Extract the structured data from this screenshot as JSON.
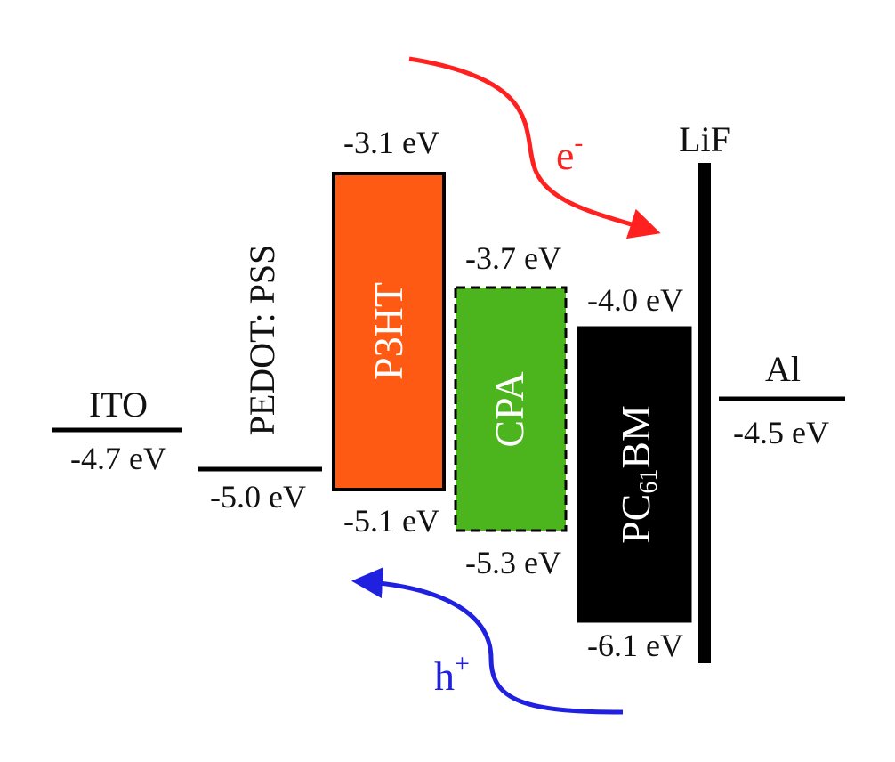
{
  "layers": {
    "ito": {
      "name": "ITO",
      "level": "-4.7 eV"
    },
    "pedot": {
      "name": "PEDOT: PSS",
      "level": "-5.0 eV"
    },
    "p3ht": {
      "name": "P3HT",
      "lumo": "-3.1 eV",
      "homo": "-5.1 eV"
    },
    "cpa": {
      "name": "CPA",
      "lumo": "-3.7 eV",
      "homo": "-5.3 eV"
    },
    "pcbm": {
      "name_main": "PC",
      "name_sub": "61",
      "name_tail": "BM",
      "lumo": "-4.0 eV",
      "homo": "-6.1 eV"
    },
    "lif": {
      "name": "LiF"
    },
    "al": {
      "name": "Al",
      "level": "-4.5 eV"
    }
  },
  "carriers": {
    "electron": {
      "symbol": "e",
      "charge": "-"
    },
    "hole": {
      "symbol": "h",
      "charge": "+"
    }
  },
  "colors": {
    "p3ht_fill": "#FF5A14",
    "cpa_fill": "#4CB51E",
    "pcbm_fill": "#000000",
    "electron_arrow": "#FF2020",
    "hole_arrow": "#2020E0",
    "line": "#000000"
  }
}
